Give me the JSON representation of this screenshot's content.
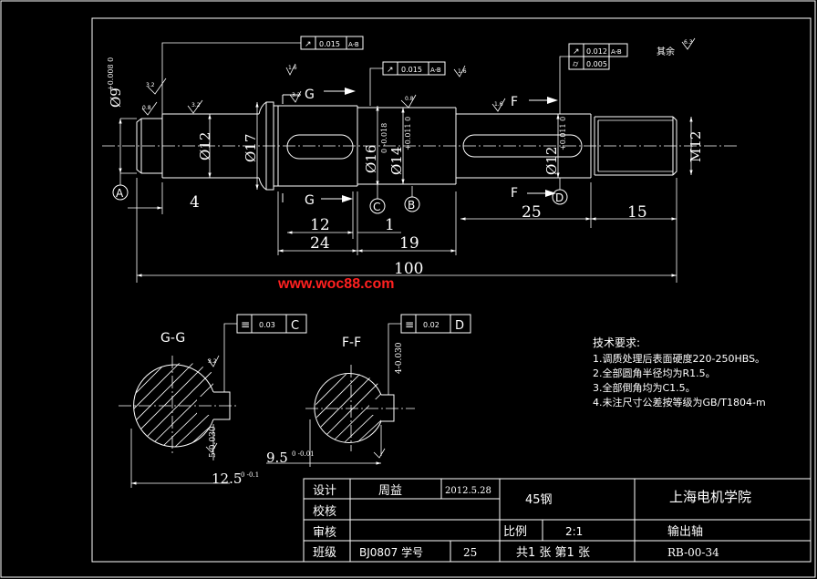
{
  "watermark": "www.woc88.com",
  "datum": {
    "a": "A",
    "b": "B",
    "c": "C",
    "d": "D"
  },
  "section": {
    "g": "G",
    "f": "F",
    "gg": "G-G",
    "ff": "F-F"
  },
  "dims": {
    "d1": "4",
    "d2": "12",
    "d3": "24",
    "d4": "1",
    "d5": "19",
    "d6": "25",
    "d7": "15",
    "d8": "100",
    "dia_phi12": "Ø12",
    "dia_phi17": "Ø17",
    "dia_phi16": "Ø16",
    "dia_phi14": "Ø14",
    "dia_phi12b": "Ø12",
    "dia_phi9": "Ø9",
    "m12": "M12",
    "key_gg_w": "12.5",
    "key_gg_w_tol": "0\n-0.1",
    "key_ff_w": "9.5",
    "key_ff_w_tol": "0\n-0.01",
    "tol_phi9": "+0.008\n0",
    "tol_phi16": "0\n-0.018",
    "tol_phi14": "+0.011\n0",
    "tol_phi12": "+0.011\n0",
    "gg_depth": "5-0.030",
    "ff_depth": "4-0.030"
  },
  "gdt": {
    "f1": {
      "sym": "↗",
      "val": "0.015",
      "ref": "A-B"
    },
    "f2": {
      "sym": "↗",
      "val": "0.015",
      "ref": "A-B"
    },
    "f3a": {
      "sym": "↗",
      "val": "0.012",
      "ref": "A-B"
    },
    "f3b": {
      "sym": "⌭",
      "val": "0.005",
      "ref": ""
    },
    "sgg": {
      "sym": "≡",
      "val": "0.03",
      "ref": "C"
    },
    "sff": {
      "sym": "≡",
      "val": "0.02",
      "ref": "D"
    }
  },
  "rough": {
    "r1": "3.2",
    "r2": "0.8",
    "r3": "3.2",
    "r4": "1.6",
    "r5": "0.8",
    "r6": "1.6",
    "r7": "1.6",
    "r8": "3.2",
    "r9": "3.2",
    "r10": "6.3"
  },
  "rest": "其余",
  "tech": {
    "title": "技术要求:",
    "l1": "1.调质处理后表面硬度220-250HBS。",
    "l2": "2.全部圆角半径均为R1.5。",
    "l3": "3.全部倒角均为C1.5。",
    "l4": "4.未注尺寸公差按等级为GB/T1804-m"
  },
  "title_block": {
    "design_label": "设计",
    "designer": "周益",
    "date": "2012.5.28",
    "check_label": "校核",
    "review_label": "审核",
    "class_label": "班级",
    "class_value": "BJ0807 学号",
    "student_no": "25",
    "material": "45钢",
    "school": "上海电机学院",
    "scale_label": "比例",
    "scale_value": "2:1",
    "part_name": "输出轴",
    "sheets": "共1 张  第1 张",
    "drawing_no": "RB-00-34"
  }
}
